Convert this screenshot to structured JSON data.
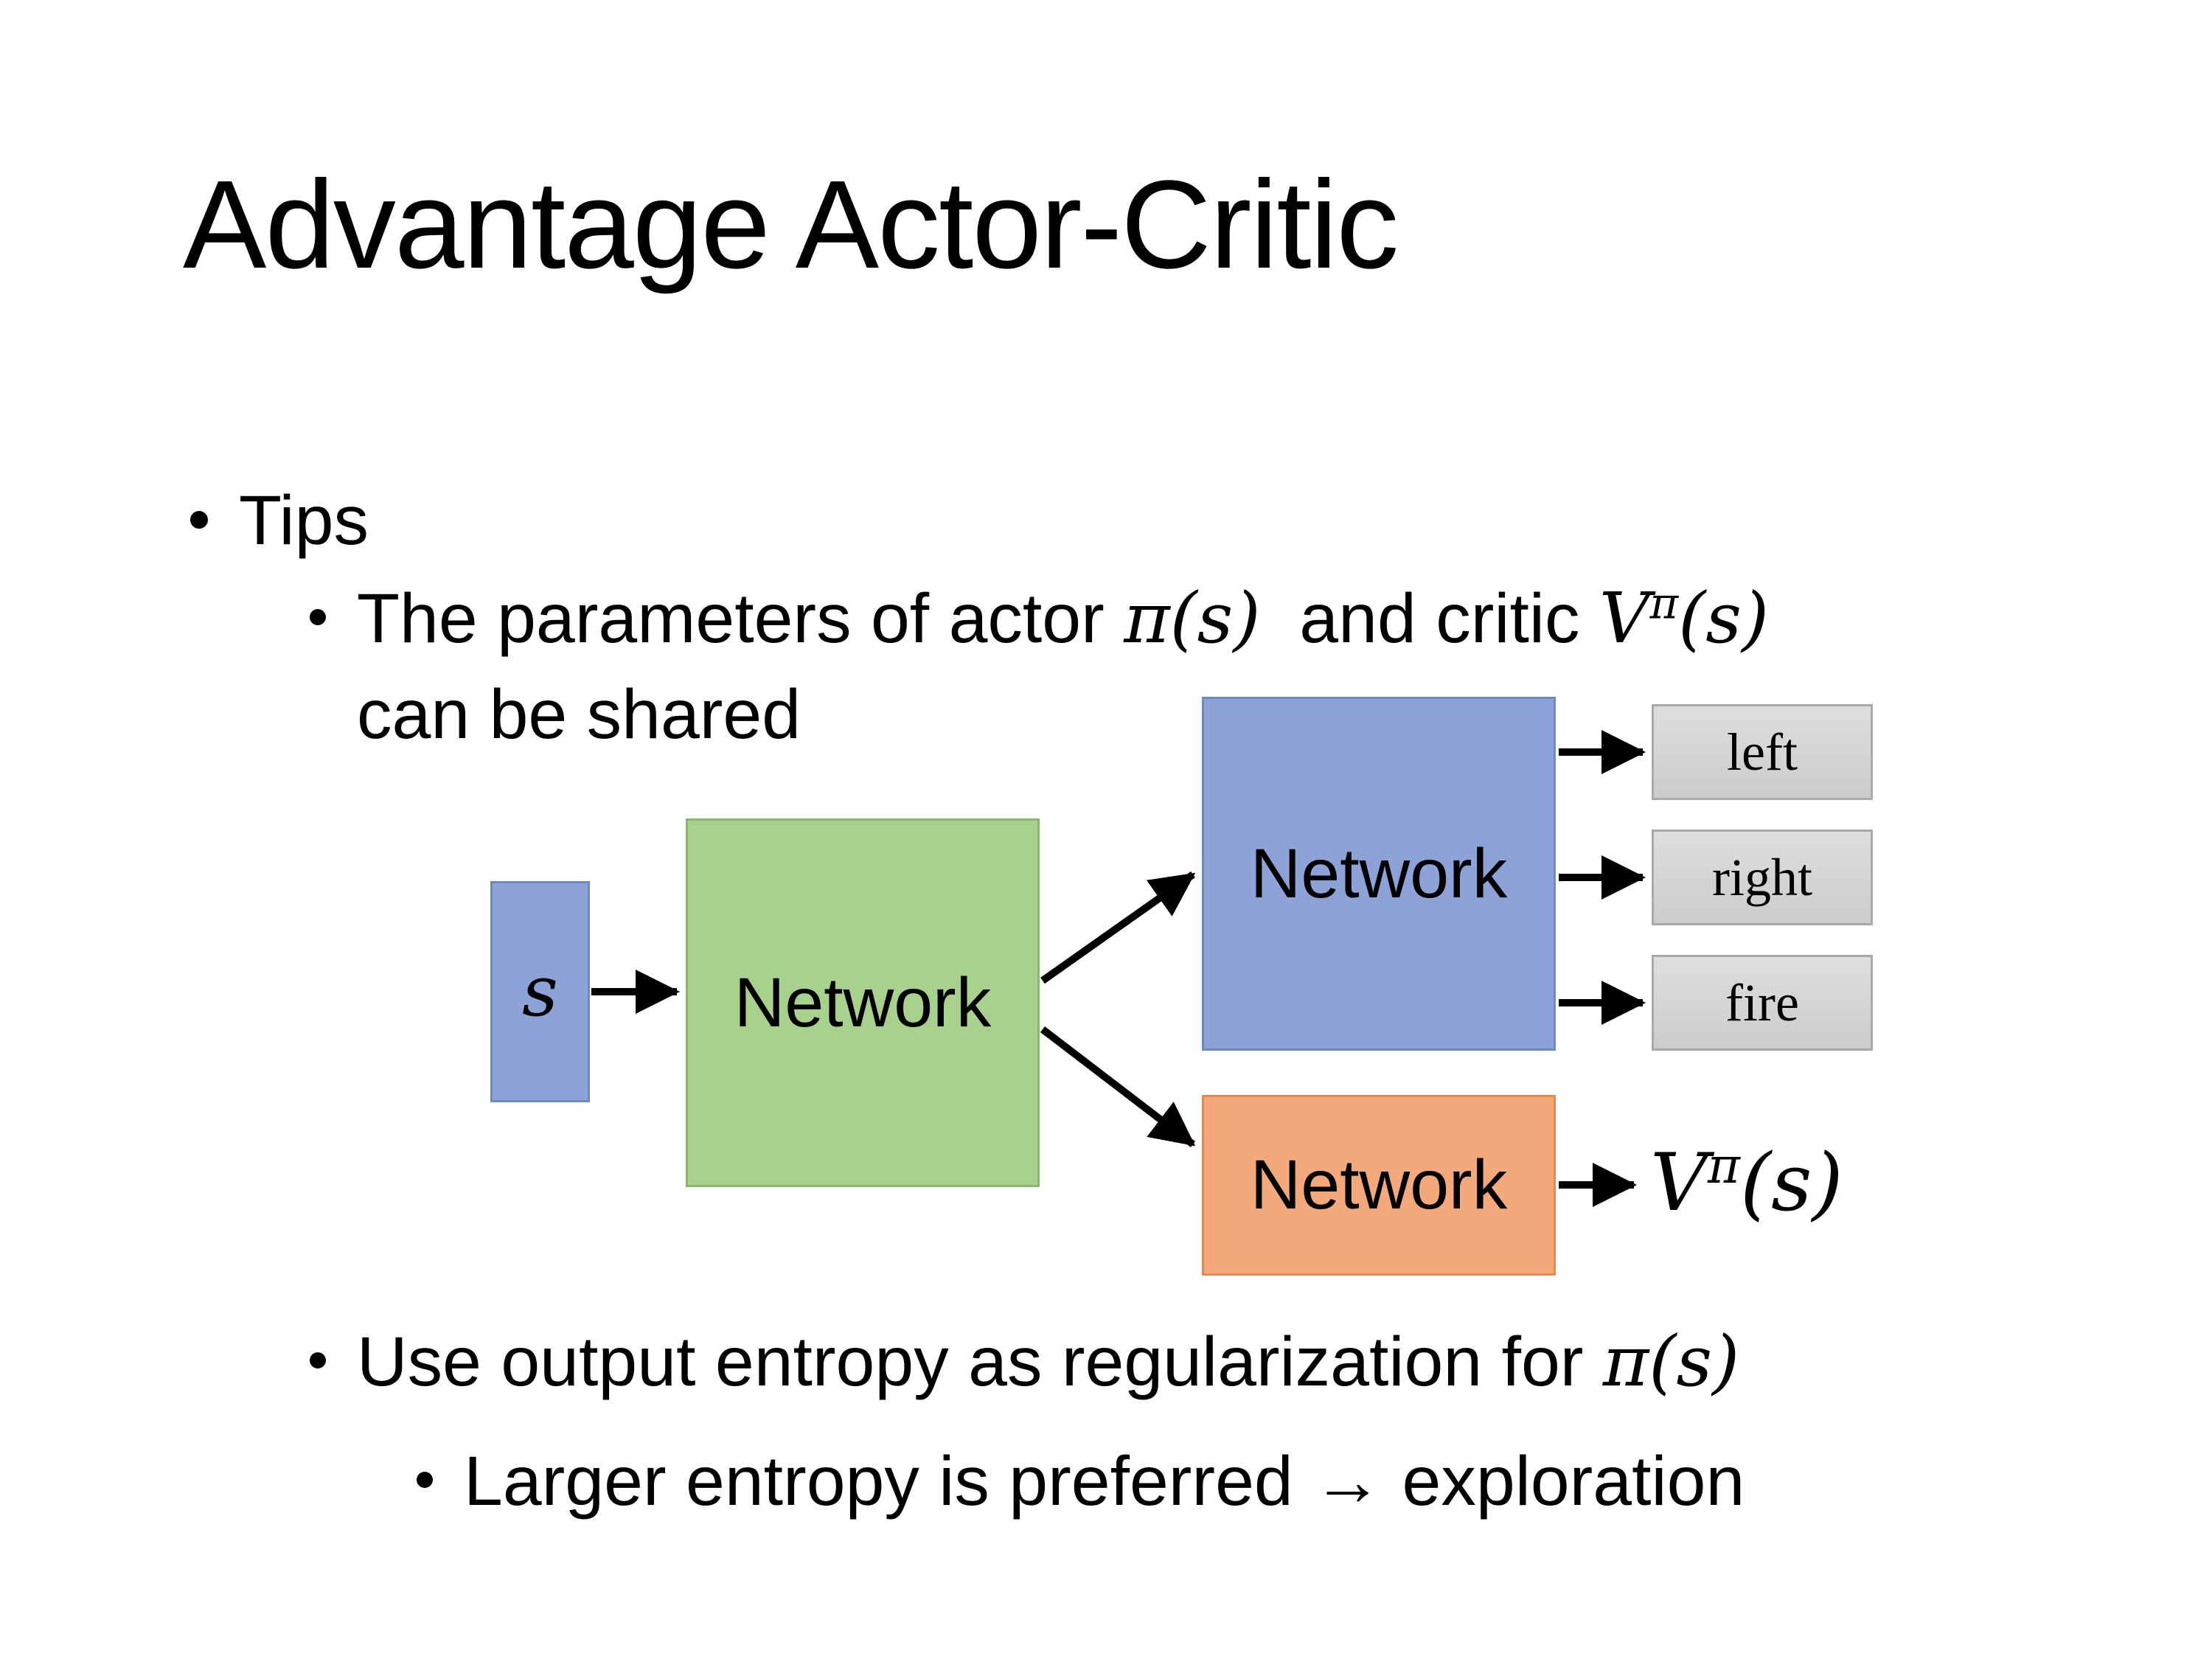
{
  "title": "Advantage Actor-Critic",
  "bullets": {
    "tips_label": "Tips",
    "shared": {
      "text_before_actor": "The parameters of actor ",
      "actor_math": "π(s)",
      "text_between": "  and critic ",
      "critic_base": "V",
      "critic_sup": "π",
      "critic_args": "(s)",
      "second_line": "can be shared"
    },
    "entropy": {
      "text_before_math": "Use output entropy as regularization for ",
      "math": "π(s)"
    },
    "entropy_sub": "Larger entropy is preferred → exploration"
  },
  "diagram": {
    "state_label": "s",
    "shared_network_label": "Network",
    "actor_network_label": "Network",
    "critic_network_label": "Network",
    "actions": [
      "left",
      "right",
      "fire"
    ],
    "critic_output": {
      "base": "V",
      "sup": "π",
      "args": "(s)"
    },
    "colors": {
      "state_box_fill": "#8da3d7",
      "state_box_border": "#7088c2",
      "shared_network_fill": "#a9d18e",
      "shared_network_border": "#8ab86b",
      "actor_network_fill": "#8da3d7",
      "actor_network_border": "#7088c2",
      "critic_network_fill": "#f4a97d",
      "critic_network_border": "#e68a55",
      "action_box_fill": "#d6d6d6",
      "action_box_border": "#a9a9a9",
      "arrow_color": "#000000",
      "text_color": "#000000",
      "background": "#ffffff"
    }
  }
}
